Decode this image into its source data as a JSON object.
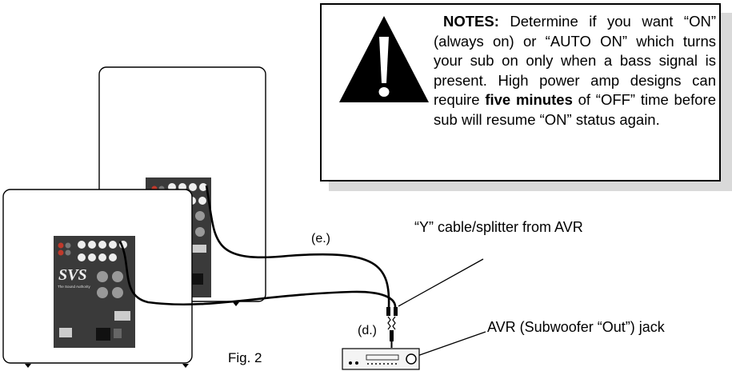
{
  "notes": {
    "title": "NOTES:",
    "body": "Determine if you want “ON” (always on) or “AUTO ON” which turns your sub on only when a bass signal is present. High power amp designs can require ",
    "bold": "five minutes",
    "tail": " of “OFF” time before sub will resume “ON”  status again."
  },
  "labels": {
    "y_cable": "“Y” cable/splitter from AVR",
    "e": "(e.)",
    "d": "(d.)",
    "avr": "AVR (Subwoofer “Out”) jack",
    "figure": "Fig. 2"
  },
  "panel": {
    "brand": "SVS",
    "tagline": "The Sound Authority"
  },
  "colors": {
    "panel": "#3a3a3a",
    "line": "#000000",
    "shadow": "#d9d9d9"
  }
}
